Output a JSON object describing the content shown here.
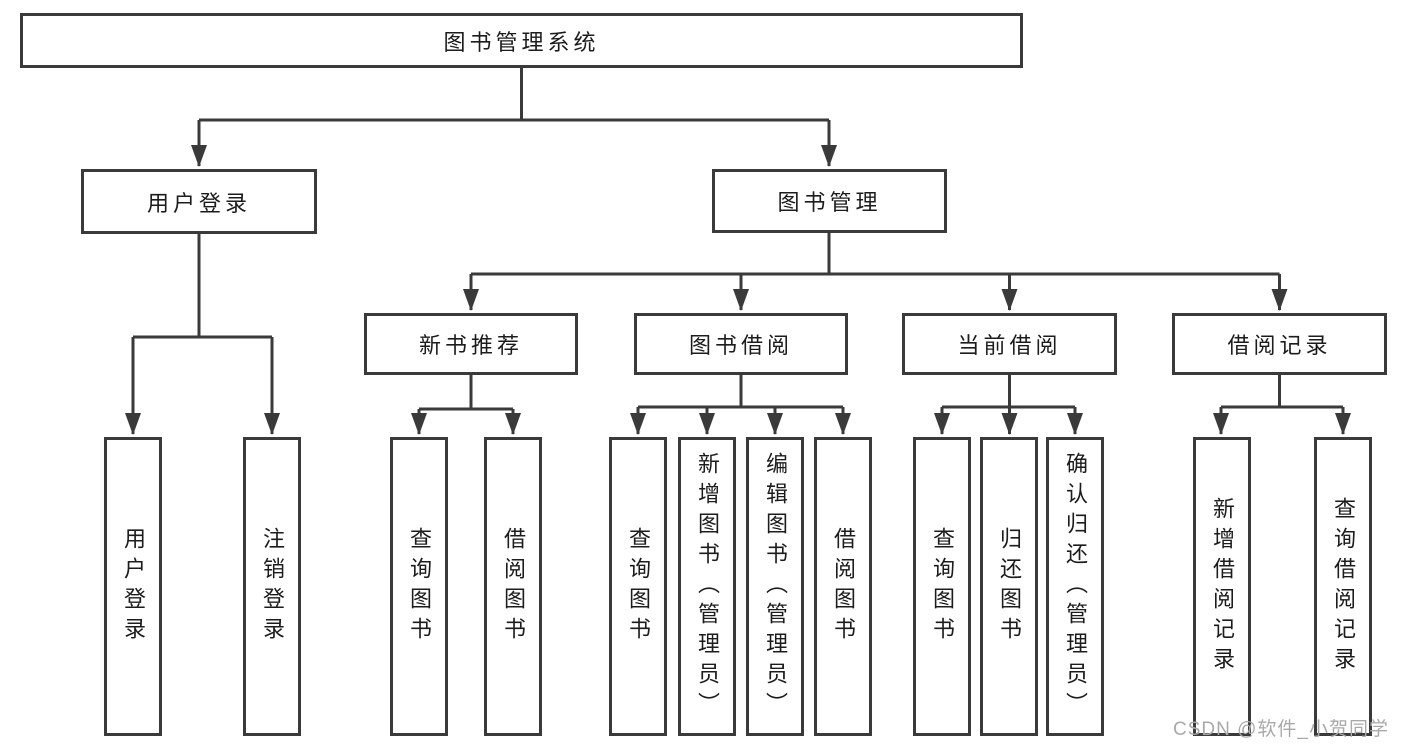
{
  "diagram": {
    "title": "图书管理系统",
    "nodes": [
      {
        "id": "n0",
        "label": "图书管理系统",
        "parent": null
      },
      {
        "id": "n1",
        "label": "用户登录",
        "parent": "n0"
      },
      {
        "id": "n2",
        "label": "图书管理",
        "parent": "n0"
      },
      {
        "id": "n3",
        "label": "新书推荐",
        "parent": "n2"
      },
      {
        "id": "n4",
        "label": "图书借阅",
        "parent": "n2"
      },
      {
        "id": "n5",
        "label": "当前借阅",
        "parent": "n2"
      },
      {
        "id": "n6",
        "label": "借阅记录",
        "parent": "n2"
      },
      {
        "id": "n7",
        "label": "用户登录",
        "parent": "n1"
      },
      {
        "id": "n8",
        "label": "注销登录",
        "parent": "n1"
      },
      {
        "id": "n9",
        "label": "查询图书",
        "parent": "n3"
      },
      {
        "id": "n10",
        "label": "借阅图书",
        "parent": "n3"
      },
      {
        "id": "n11",
        "label": "查询图书",
        "parent": "n4"
      },
      {
        "id": "n12",
        "label": "新增图书（管理员）",
        "parent": "n4"
      },
      {
        "id": "n13",
        "label": "编辑图书（管理员）",
        "parent": "n4"
      },
      {
        "id": "n14",
        "label": "借阅图书",
        "parent": "n4"
      },
      {
        "id": "n15",
        "label": "查询图书",
        "parent": "n5"
      },
      {
        "id": "n16",
        "label": "归还图书",
        "parent": "n5"
      },
      {
        "id": "n17",
        "label": "确认归还（管理员）",
        "parent": "n5"
      },
      {
        "id": "n18",
        "label": "新增借阅记录",
        "parent": "n6"
      },
      {
        "id": "n19",
        "label": "查询借阅记录",
        "parent": "n6"
      }
    ]
  },
  "watermark": {
    "text": "CSDN @软件_小贺同学"
  },
  "colors": {
    "line": "#3a3a3a",
    "box_border": "#3a3a3a",
    "text": "#1c1c1c",
    "watermark": "#a9a9a9",
    "background": "#ffffff"
  }
}
